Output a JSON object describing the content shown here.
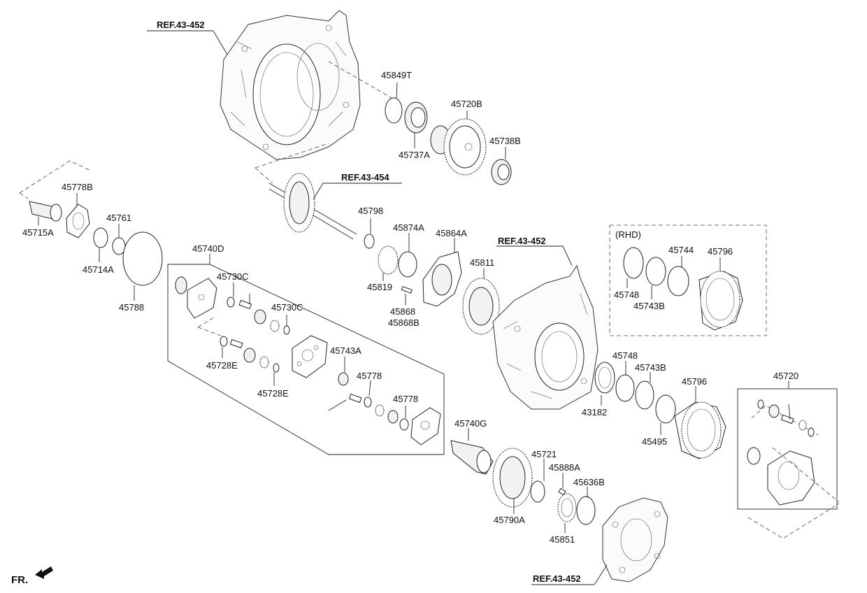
{
  "diagram": {
    "references": [
      {
        "key": "ref1",
        "text": "REF.43-452"
      },
      {
        "key": "ref2",
        "text": "REF.43-454"
      },
      {
        "key": "ref3",
        "text": "REF.43-452"
      },
      {
        "key": "ref4",
        "text": "REF.43-452"
      }
    ],
    "part_numbers": {
      "p45849T": "45849T",
      "p45720B": "45720B",
      "p45737A": "45737A",
      "p45738B": "45738B",
      "p45778B": "45778B",
      "p45715A": "45715A",
      "p45761": "45761",
      "p45714A": "45714A",
      "p45788": "45788",
      "p45798": "45798",
      "p45874A": "45874A",
      "p45864A": "45864A",
      "p45740D": "45740D",
      "p45730C_1": "45730C",
      "p45730C_2": "45730C",
      "p45819": "45819",
      "p45868": "45868",
      "p45868B": "45868B",
      "p45811": "45811",
      "p45728E_1": "45728E",
      "p45728E_2": "45728E",
      "p45743A": "45743A",
      "p45778_1": "45778",
      "p45778_2": "45778",
      "p45748_rhd": "45748",
      "p45744": "45744",
      "p45796_rhd": "45796",
      "p45743B_rhd": "45743B",
      "p45748": "45748",
      "p45743B": "45743B",
      "p45796": "45796",
      "p43182": "43182",
      "p45495": "45495",
      "p45720": "45720",
      "p45740G": "45740G",
      "p45721": "45721",
      "p45888A": "45888A",
      "p45636B": "45636B",
      "p45790A": "45790A",
      "p45851": "45851"
    },
    "rhd_label": "(RHD)",
    "front_label": "FR."
  }
}
